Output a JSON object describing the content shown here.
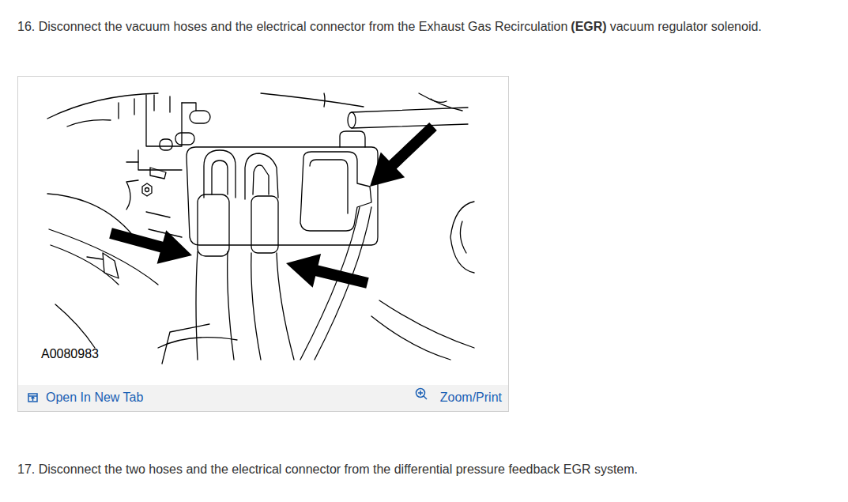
{
  "diagram": {
    "labels": [
      "16. Disconnect the vacuum hoses and the electrical connector from the Exhaust Gas Recirculation",
      "(EGR)",
      "vacuum regulator solenoid.",
      "A0080983",
      "Open In New Tab",
      "Zoom/Print",
      "17. Disconnect the two hoses and the electrical connector from the differential pressure feedback EGR system."
    ]
  }
}
